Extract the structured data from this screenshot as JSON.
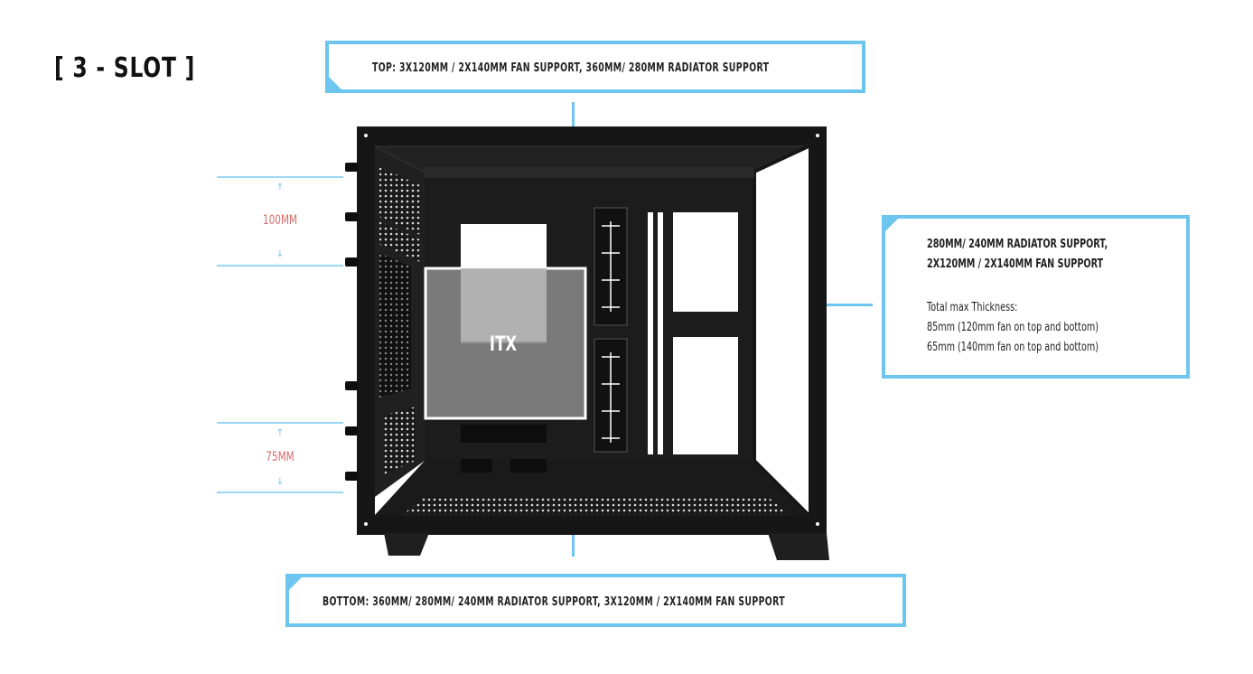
{
  "title": "[ 3 - SLOT ]",
  "top_box": {
    "text": "TOP: 3X120MM / 2X140MM FAN SUPPORT, 360MM/ 280MM RADIATOR SUPPORT"
  },
  "side_box": {
    "line1": "280MM/ 240MM RADIATOR SUPPORT,",
    "line2": "2X120MM / 2X140MM FAN SUPPORT",
    "thickness_title": "Total max Thickness:",
    "thickness_1": "85mm (120mm fan on top and bottom)",
    "thickness_2": "65mm (140mm fan on top and bottom)"
  },
  "bottom_box": {
    "text": "BOTTOM: 360MM/ 280MM/ 240MM RADIATOR SUPPORT, 3X120MM / 2X140MM FAN SUPPORT"
  },
  "measurements": {
    "top_clearance": "100MM",
    "bottom_clearance": "75MM"
  },
  "motherboard_label": "ITX",
  "colors": {
    "accent": "#6ec6ee",
    "measure": "#d96a6a",
    "case": "#141414"
  }
}
